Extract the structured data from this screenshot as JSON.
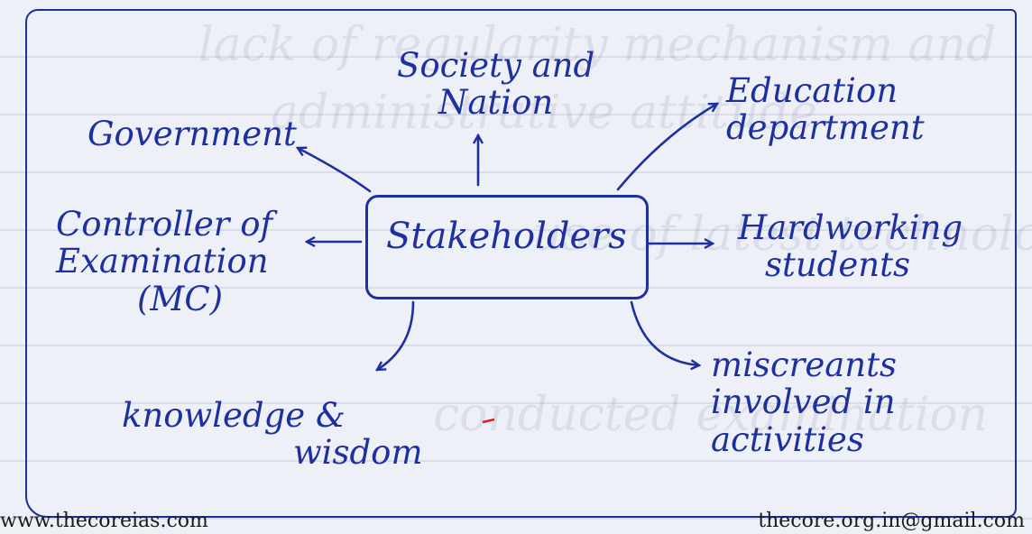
{
  "diagram": {
    "center": "Stakeholders",
    "nodes": [
      {
        "id": "government",
        "lines": [
          "Government"
        ]
      },
      {
        "id": "society",
        "lines": [
          "Society and",
          "Nation"
        ]
      },
      {
        "id": "education",
        "lines": [
          "Education",
          "department"
        ]
      },
      {
        "id": "controller",
        "lines": [
          "Controller of",
          "Examination",
          "(MC)"
        ]
      },
      {
        "id": "hardworking",
        "lines": [
          "Hardworking",
          "students"
        ]
      },
      {
        "id": "knowledge",
        "lines": [
          "knowledge &",
          "wisdom"
        ]
      },
      {
        "id": "miscreants",
        "lines": [
          "miscreants",
          "involved in",
          "activities"
        ]
      }
    ]
  },
  "footer": {
    "left": "www.thecoreias.com",
    "right": "thecore.org.in@gmail.com"
  },
  "colors": {
    "ink": "#1e2fa0",
    "paper": "#eef0f7"
  }
}
